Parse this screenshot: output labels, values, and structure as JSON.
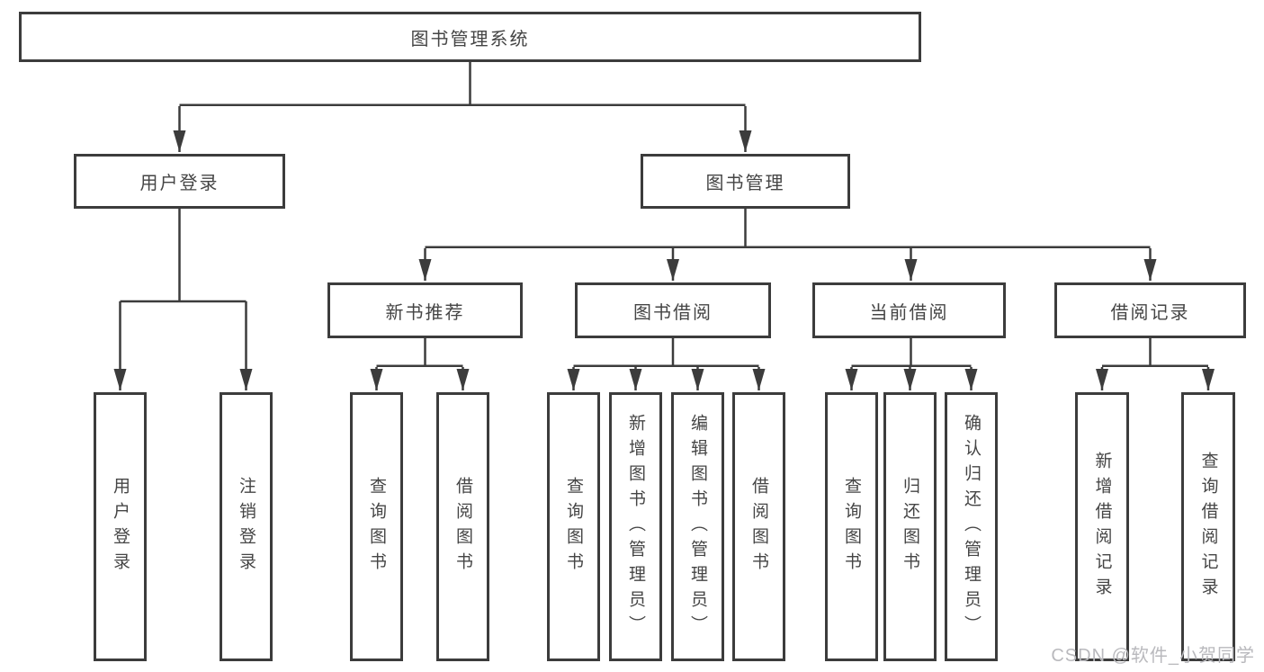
{
  "tree": {
    "label": "图书管理系统",
    "children": [
      {
        "label": "用户登录",
        "children": [
          {
            "label": "用户登录"
          },
          {
            "label": "注销登录"
          }
        ]
      },
      {
        "label": "图书管理",
        "children": [
          {
            "label": "新书推荐",
            "children": [
              {
                "label": "查询图书"
              },
              {
                "label": "借阅图书"
              }
            ]
          },
          {
            "label": "图书借阅",
            "children": [
              {
                "label": "查询图书"
              },
              {
                "label": "新增图书（管理员）"
              },
              {
                "label": "编辑图书（管理员）"
              },
              {
                "label": "借阅图书"
              }
            ]
          },
          {
            "label": "当前借阅",
            "children": [
              {
                "label": "查询图书"
              },
              {
                "label": "归还图书"
              },
              {
                "label": "确认归还（管理员）"
              }
            ]
          },
          {
            "label": "借阅记录",
            "children": [
              {
                "label": "新增借阅记录"
              },
              {
                "label": "查询借阅记录"
              }
            ]
          }
        ]
      }
    ]
  },
  "watermark": {
    "text": "CSDN @软件_小贺同学"
  },
  "colors": {
    "line": "#3c3c3c",
    "box_border": "#3c3c3c",
    "text": "#454545",
    "watermark": "#b9b9bd",
    "background": "#ffffff"
  }
}
